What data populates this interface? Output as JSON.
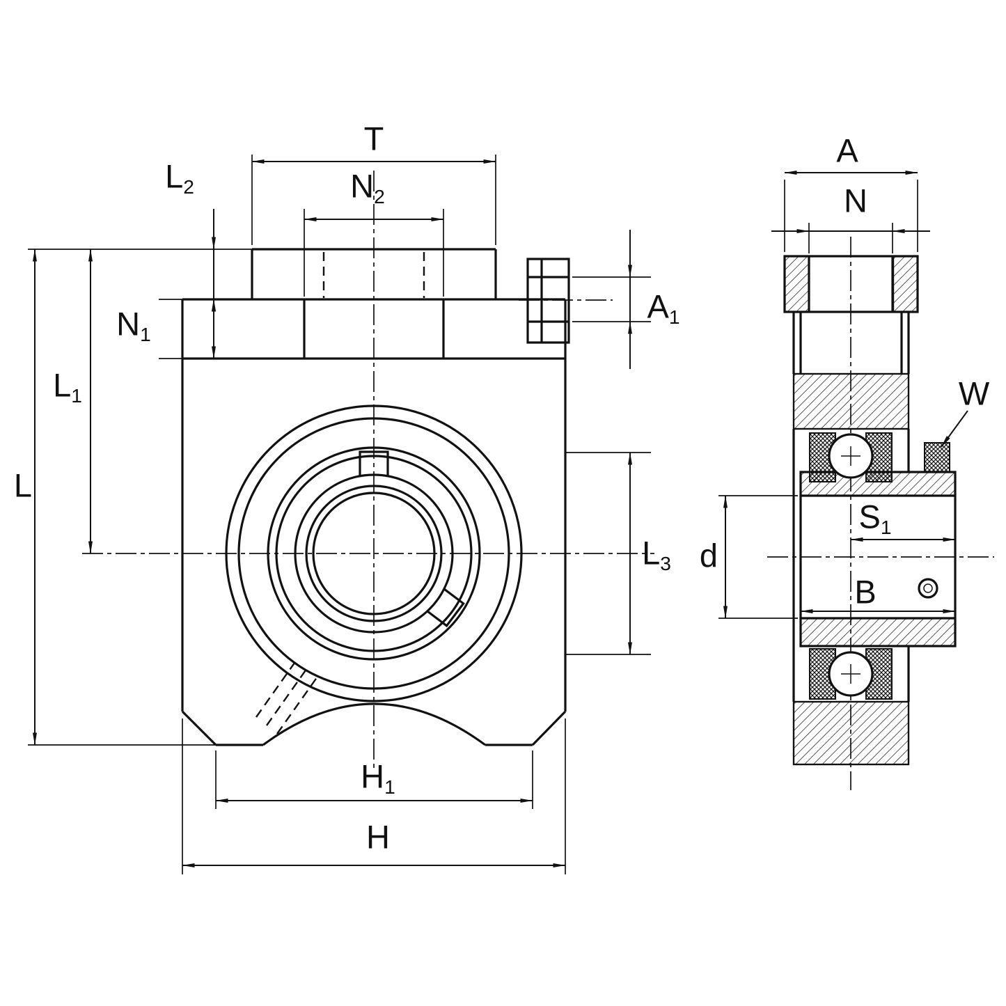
{
  "colors": {
    "line": "#111111",
    "background": "#ffffff"
  },
  "labels": {
    "T": {
      "base": "T",
      "sub": ""
    },
    "N2": {
      "base": "N",
      "sub": "2"
    },
    "L2": {
      "base": "L",
      "sub": "2"
    },
    "N1": {
      "base": "N",
      "sub": "1"
    },
    "L1": {
      "base": "L",
      "sub": "1"
    },
    "L": {
      "base": "L",
      "sub": ""
    },
    "A1": {
      "base": "A",
      "sub": "1"
    },
    "L3": {
      "base": "L",
      "sub": "3"
    },
    "H1": {
      "base": "H",
      "sub": "1"
    },
    "H": {
      "base": "H",
      "sub": ""
    },
    "A": {
      "base": "A",
      "sub": ""
    },
    "N": {
      "base": "N",
      "sub": ""
    },
    "W": {
      "base": "W",
      "sub": ""
    },
    "S1": {
      "base": "S",
      "sub": "1"
    },
    "d": {
      "base": "d",
      "sub": ""
    },
    "B": {
      "base": "B",
      "sub": ""
    }
  }
}
